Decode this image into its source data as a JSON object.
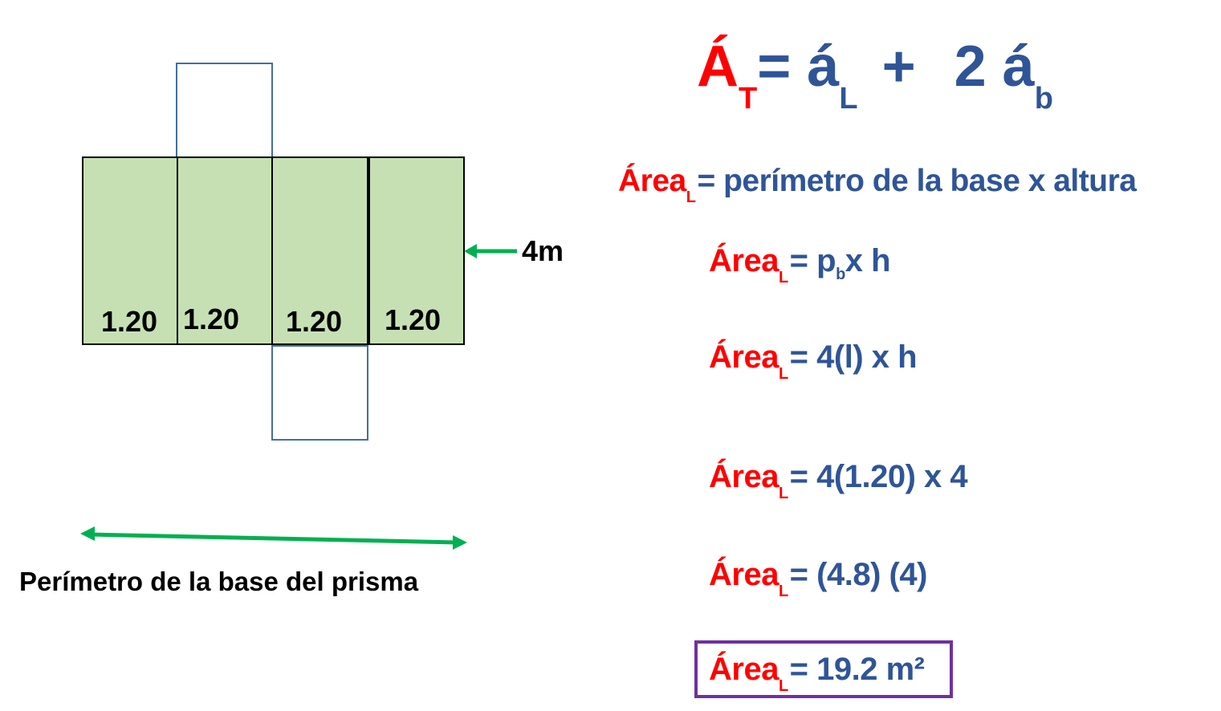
{
  "formula_total": {
    "lhs": "Á",
    "lhs_sub": "T",
    "equals": "=",
    "term1": "á",
    "term1_sub": "L",
    "plus": "+",
    "term2": "2 á",
    "term2_sub": "b"
  },
  "definition": {
    "label": "Área",
    "sub": "L",
    "rhs": "= perímetro de la base x altura"
  },
  "steps": [
    {
      "label": "Área",
      "sub": "L",
      "rhs_a": "= p",
      "rhs_sub": "b",
      "rhs_b": "x h"
    },
    {
      "label": "Área",
      "sub": "L",
      "rhs": "= 4(l) x h"
    },
    {
      "label": "Área",
      "sub": "L",
      "rhs": "= 4(1.20) x 4"
    },
    {
      "label": "Área",
      "sub": "L",
      "rhs": "= (4.8) (4)"
    }
  ],
  "result": {
    "label": "Área",
    "sub": "L",
    "rhs": "= 19.2 m²"
  },
  "net": {
    "faces": [
      "1.20",
      "1.20",
      "1.20",
      "1.20"
    ],
    "height_label": "4m",
    "perimeter_label": "Perímetro de la base del prisma"
  },
  "colors": {
    "label_red": "#ff0000",
    "text_blue": "#2f5597",
    "face_fill": "#c6e0b4",
    "base_outline": "#41719c",
    "arrow_green": "#00b050",
    "result_border": "#7030a0"
  }
}
